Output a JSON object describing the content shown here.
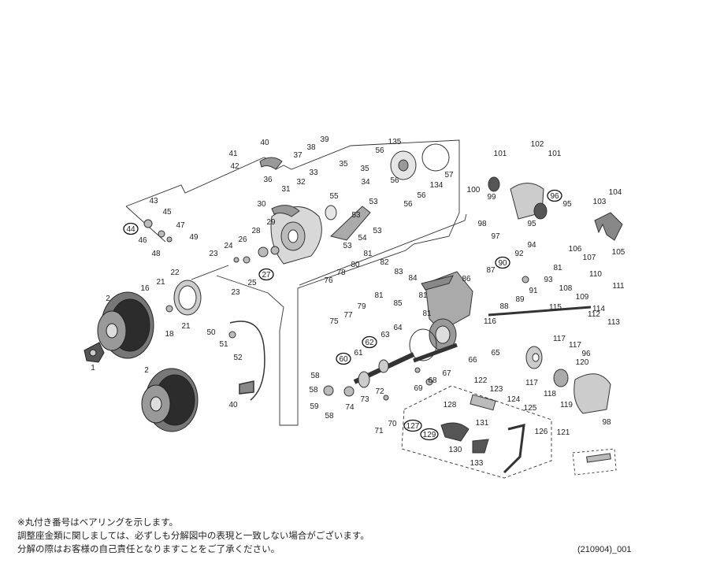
{
  "diagram": {
    "labels": [
      "1",
      "2",
      "2",
      "16",
      "18",
      "21",
      "21",
      "22",
      "23",
      "23",
      "24",
      "25",
      "26",
      "27",
      "28",
      "29",
      "30",
      "31",
      "32",
      "33",
      "34",
      "35",
      "35",
      "36",
      "37",
      "38",
      "39",
      "40",
      "40",
      "41",
      "42",
      "43",
      "44",
      "45",
      "46",
      "47",
      "48",
      "49",
      "50",
      "51",
      "52",
      "53",
      "53",
      "53",
      "53",
      "54",
      "55",
      "56",
      "56",
      "56",
      "56",
      "57",
      "58",
      "58",
      "58",
      "59",
      "60",
      "61",
      "62",
      "63",
      "64",
      "65",
      "66",
      "67",
      "68",
      "69",
      "70",
      "71",
      "72",
      "73",
      "74",
      "75",
      "76",
      "77",
      "78",
      "79",
      "80",
      "81",
      "81",
      "81",
      "81",
      "81",
      "82",
      "83",
      "84",
      "85",
      "86",
      "87",
      "88",
      "89",
      "90",
      "91",
      "92",
      "93",
      "94",
      "95",
      "95",
      "96",
      "96",
      "97",
      "98",
      "98",
      "99",
      "100",
      "101",
      "101",
      "102",
      "103",
      "104",
      "105",
      "106",
      "107",
      "108",
      "109",
      "110",
      "111",
      "112",
      "113",
      "114",
      "115",
      "116",
      "117",
      "117",
      "117",
      "118",
      "119",
      "120",
      "121",
      "122",
      "123",
      "124",
      "125",
      "126",
      "127",
      "128",
      "129",
      "130",
      "131",
      "133",
      "134",
      "135"
    ],
    "bearing_labels": [
      "27",
      "44",
      "60",
      "62",
      "90",
      "96",
      "127",
      "129"
    ]
  },
  "notes": [
    "※丸付き番号はベアリングを示します。",
    "調整座金類に関しましては、必ずしも分解図中の表現と一致しない場合がございます。",
    "分解の際はお客様の自己責任となりますことをご了承ください。"
  ],
  "diagram_code": "(210904)_001"
}
